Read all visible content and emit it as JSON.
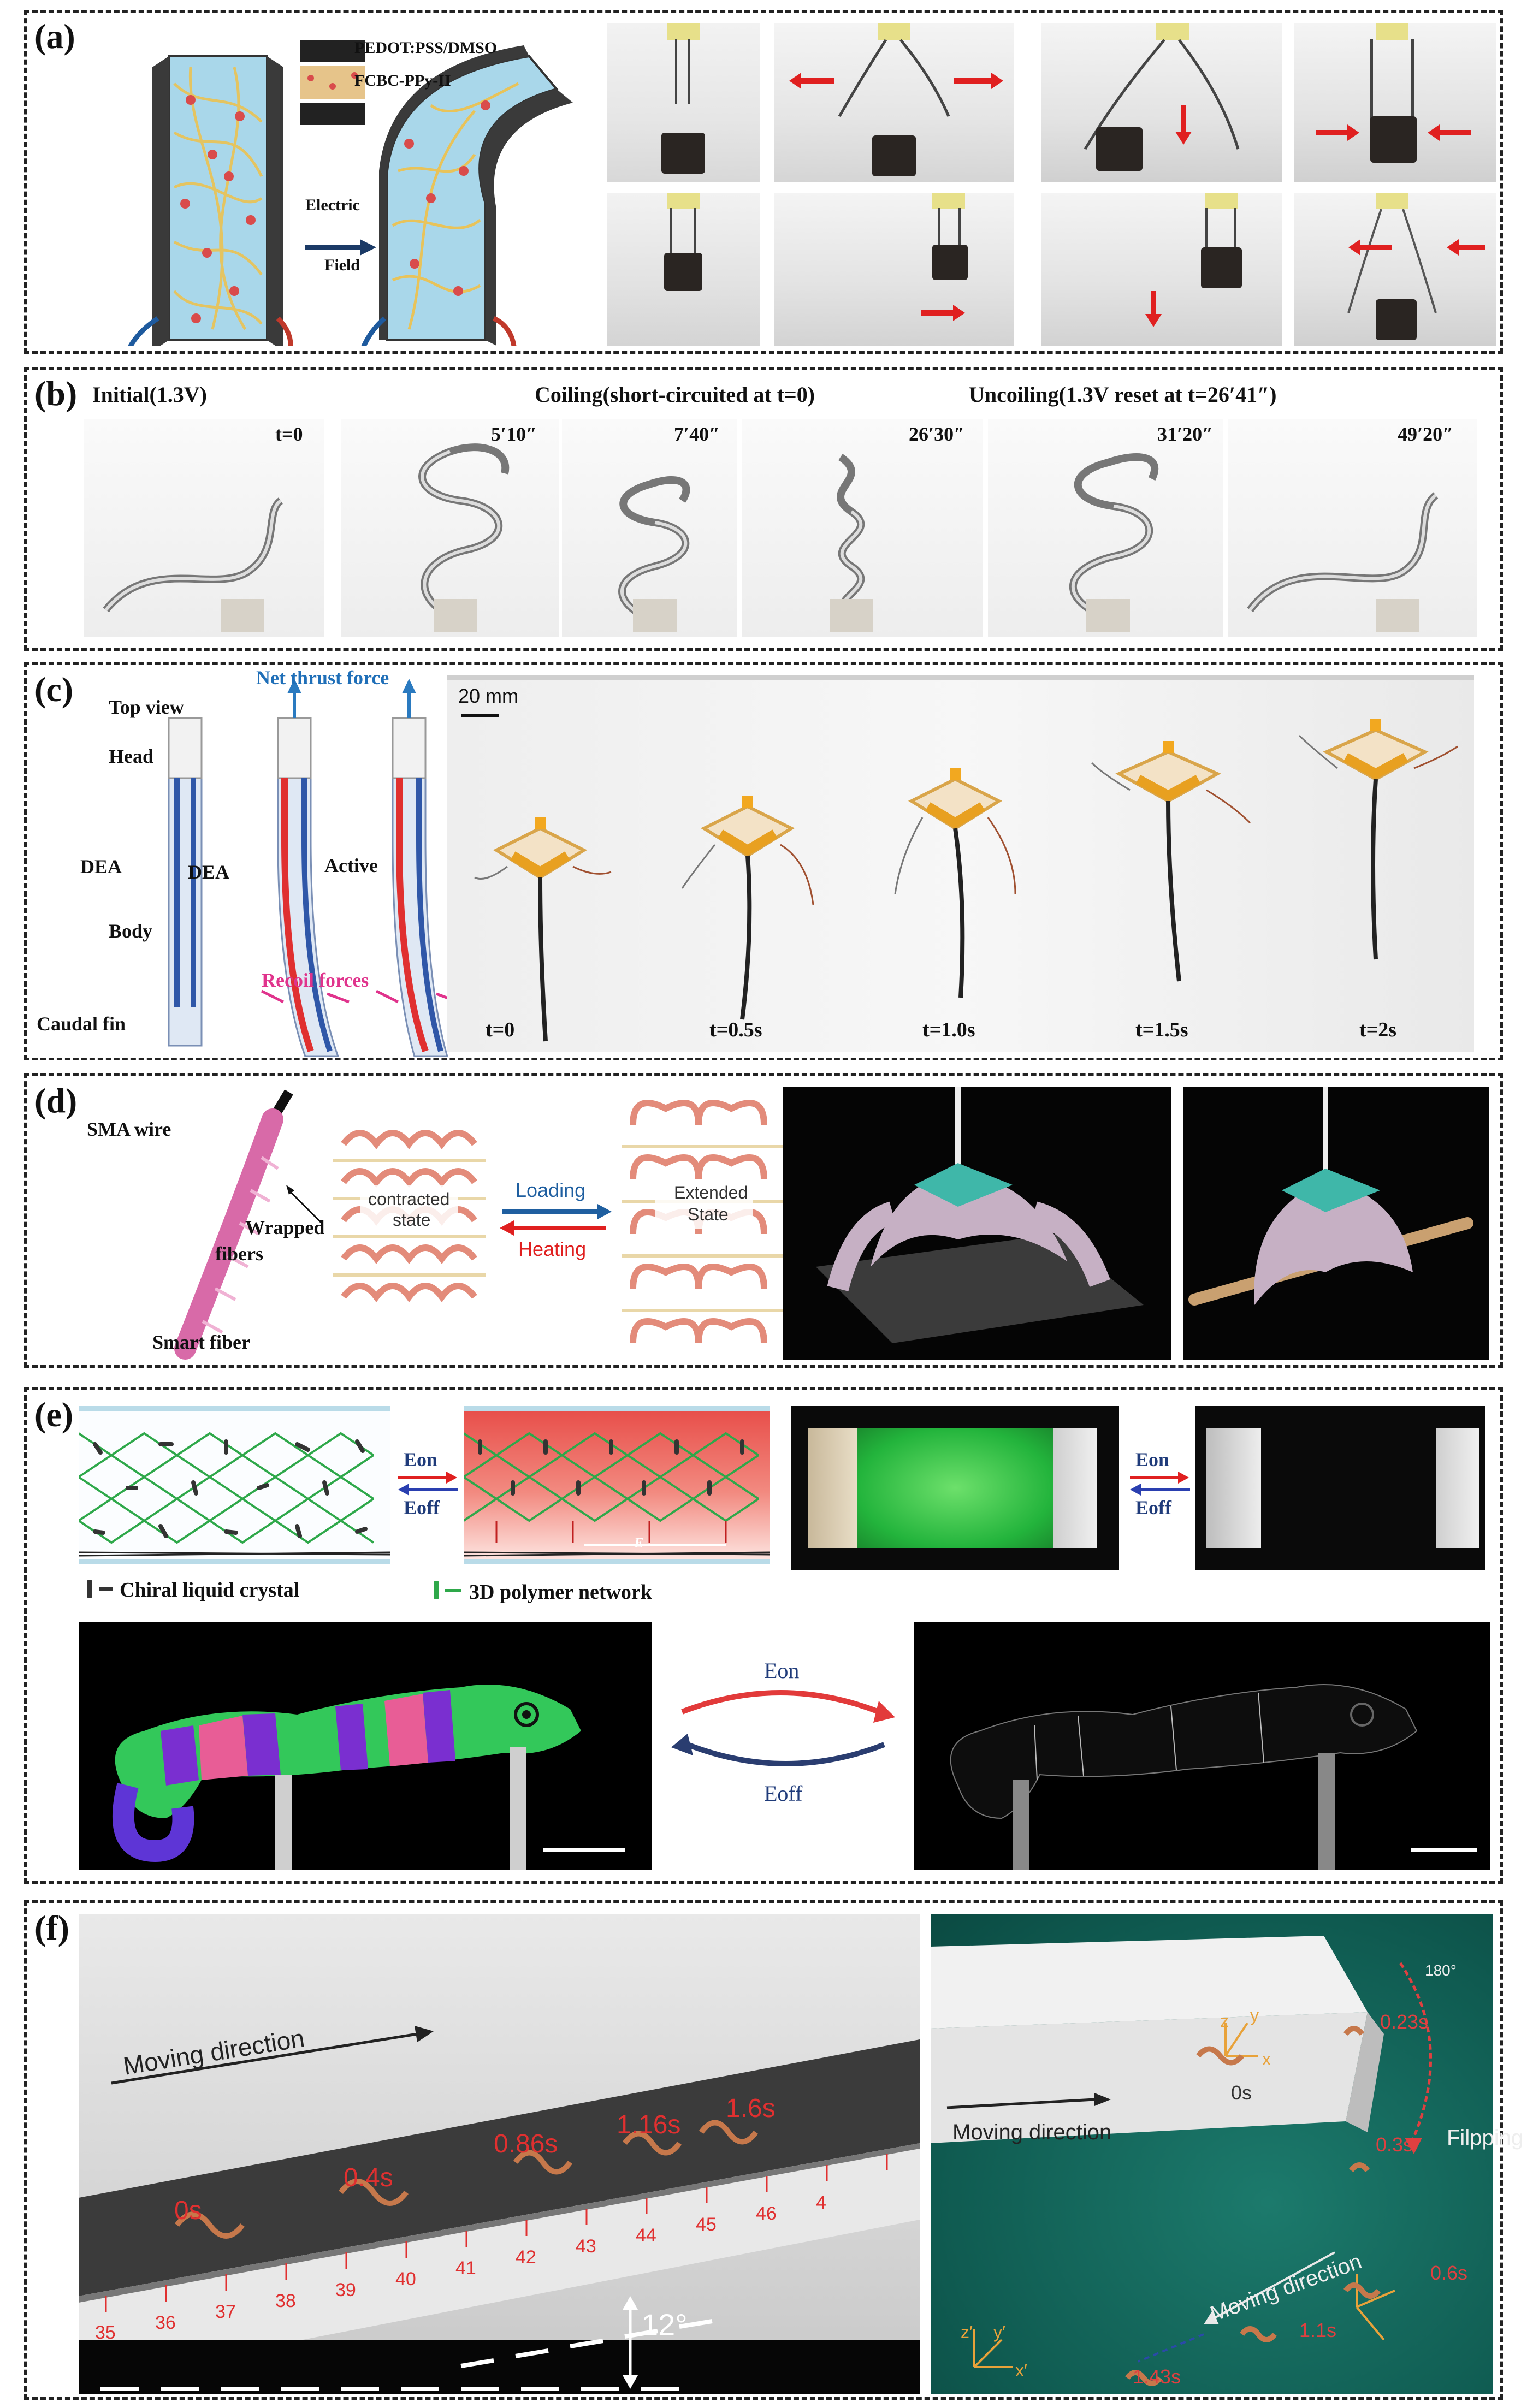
{
  "panels": {
    "a": {
      "label": "(a)",
      "layer_top": "PEDOT:PSS/DMSO",
      "layer_mid": "FCBC-PPy-II",
      "field_line1": "Electric",
      "field_line2": "Field"
    },
    "b": {
      "label": "(b)",
      "heading_initial": "Initial(1.3V)",
      "heading_coiling": "Coiling(short-circuited at t=0)",
      "heading_uncoiling": "Uncoiling(1.3V reset at t=26′41″)",
      "times": [
        "t=0",
        "5′10″",
        "7′40″",
        "26′30″",
        "31′20″",
        "49′20″"
      ]
    },
    "c": {
      "label": "(c)",
      "top_view": "Top view",
      "head": "Head",
      "dea_left": "DEA",
      "dea_right": "DEA",
      "body": "Body",
      "caudal_fin": "Caudal fin",
      "net_thrust": "Net thrust force",
      "active": "Active",
      "recoil": "Recoil forces",
      "scale": "20 mm",
      "times": [
        "t=0",
        "t=0.5s",
        "t=1.0s",
        "t=1.5s",
        "t=2s"
      ]
    },
    "d": {
      "label": "(d)",
      "sma_wire": "SMA wire",
      "wrapped_1": "Wrapped",
      "wrapped_2": "fibers",
      "smart_fiber": "Smart fiber",
      "contracted_1": "contracted",
      "contracted_2": "state",
      "loading": "Loading",
      "heating": "Heating",
      "extended_1": "Extended",
      "extended_2": "State"
    },
    "e": {
      "label": "(e)",
      "eon": "Eon",
      "eoff": "Eoff",
      "legend_lc": "Chiral liquid crystal",
      "legend_net": "3D polymer network",
      "e_field": "E"
    },
    "f": {
      "label": "(f)",
      "moving_direction": "Moving direction",
      "times_left": [
        "0s",
        "0.4s",
        "0.86s",
        "1.16s",
        "1.6s"
      ],
      "ruler": [
        "35",
        "36",
        "37",
        "38",
        "39",
        "40",
        "41",
        "42",
        "43",
        "44",
        "45",
        "46",
        "4"
      ],
      "angle": "12°",
      "right_moving_1": "Moving direction",
      "right_moving_2": "Moving direction",
      "filpping": "Filpping",
      "times_right": [
        "0s",
        "0.23s",
        "0.3s",
        "0.6s",
        "1.1s",
        "1.43s"
      ],
      "angle_small": "180°",
      "axes": {
        "z": "z",
        "y": "y",
        "x": "x",
        "zp": "z′",
        "yp": "y′",
        "xp": "x′"
      }
    }
  },
  "colors": {
    "accent_red": "#e02020",
    "accent_blue": "#1f5fa0",
    "arrow_dark": "#1b3a66",
    "ruler_red": "#e03030"
  }
}
